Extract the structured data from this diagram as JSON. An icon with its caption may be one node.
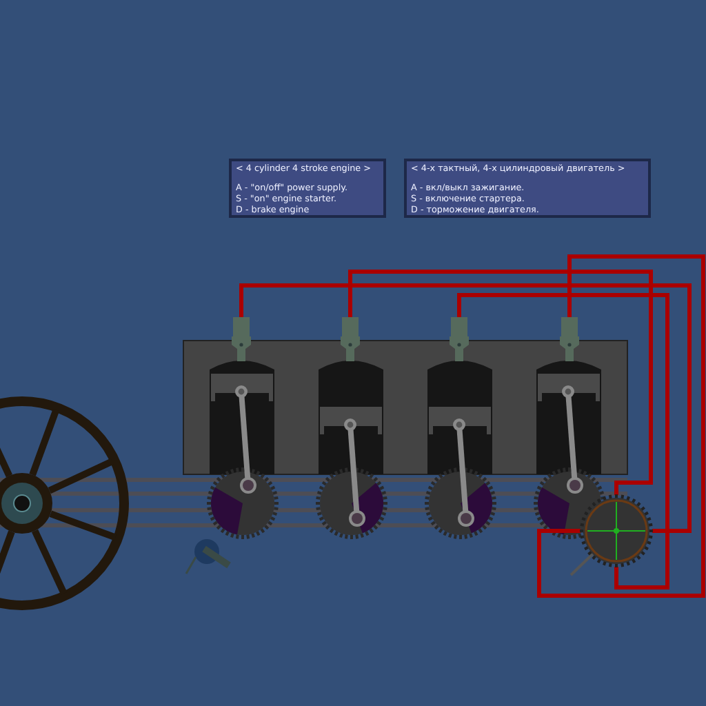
{
  "diagram": {
    "nodes": [
      {
        "text": [
          "< 4 cylinder 4 stroke engine >",
          "A - \"on/off\" power supply.",
          "S - \"on\" engine starter.",
          "D - brake engine"
        ]
      },
      {
        "text": [
          "< 4-х тактный, 4-х цилиндровый двигатель >",
          "A - вкл/выкл зажигание.",
          "S - включение стартера.",
          "D - торможение двигателя."
        ]
      },
      {
        "text": [],
        "shape": "box"
      },
      {
        "text": [],
        "shape": "box"
      },
      {
        "text": [],
        "shape": "box"
      },
      {
        "text": [],
        "shape": "box"
      },
      {
        "text": [],
        "shape": "circle"
      }
    ],
    "edges": [
      {
        "from": 2,
        "to": 6,
        "arrow": "none"
      },
      {
        "from": 3,
        "to": 6,
        "arrow": "none"
      },
      {
        "from": 4,
        "to": 6,
        "arrow": "none"
      },
      {
        "from": 5,
        "to": 6,
        "arrow": "none"
      }
    ]
  }
}
